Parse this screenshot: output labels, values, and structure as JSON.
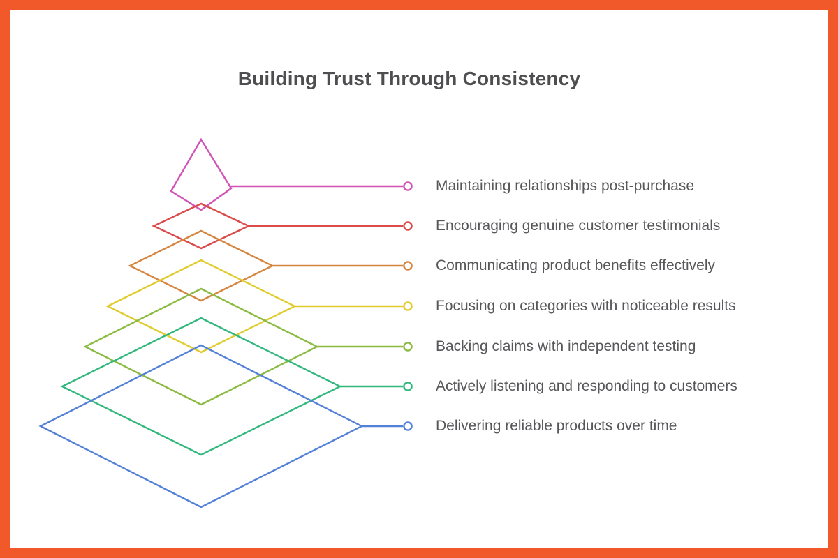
{
  "title": {
    "text": "Building Trust Through Consistency",
    "color": "#4E4E50"
  },
  "frame": {
    "border_color": "#F1592B",
    "background": "#FFFFFF"
  },
  "label_color": "#57575A",
  "levels": [
    {
      "label": "Maintaining relationships post-purchase",
      "color": "#D153B5"
    },
    {
      "label": "Encouraging genuine customer testimonials",
      "color": "#DC4B4B"
    },
    {
      "label": "Communicating product benefits effectively",
      "color": "#D6853F"
    },
    {
      "label": "Focusing on categories with noticeable results",
      "color": "#E0CC2E"
    },
    {
      "label": "Backing claims with independent testing",
      "color": "#8CBB43"
    },
    {
      "label": "Actively listening and responding to customers",
      "color": "#32B77E"
    },
    {
      "label": "Delivering reliable products over time",
      "color": "#5380D8"
    }
  ]
}
